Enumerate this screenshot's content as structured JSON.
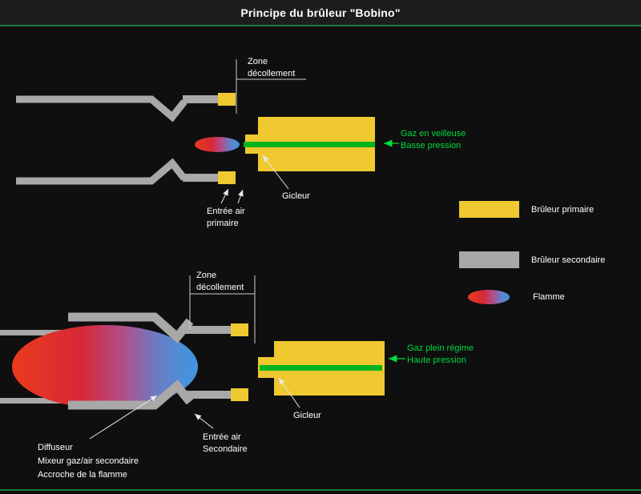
{
  "title": "Principe du brûleur \"Bobino\"",
  "colors": {
    "background": "#0f0f0f",
    "titlebar": "#1d1d1d",
    "accent_green": "#1e7a3e",
    "gas_green": "#00b41e",
    "label_green": "#00d93c",
    "primary_yellow": "#efc92f",
    "secondary_gray": "#a8a8a8",
    "flame_red": "#e8391f",
    "flame_blue": "#4493dc",
    "label_white": "#ffffff"
  },
  "pilot_diagram": {
    "zone_label": "Zone\ndécollement",
    "gicleur_label": "Gicleur",
    "air_intake_label": "Entrée air\nprimaire",
    "gas_label": "Gaz en veilleuse\nBasse pression"
  },
  "full_power_diagram": {
    "zone_label": "Zone\ndécollement",
    "gicleur_label": "Gicleur",
    "air_intake_label": "Entrée air\nSecondaire",
    "gas_label": "Gaz plein régime\nHaute pression",
    "diffuser_label": "Diffuseur\nMixeur gaz/air secondaire\nAccroche de la flamme"
  },
  "legend": {
    "primary": "Brûleur primaire",
    "secondary": "Brûleur secondaire",
    "flame": "Flamme"
  }
}
